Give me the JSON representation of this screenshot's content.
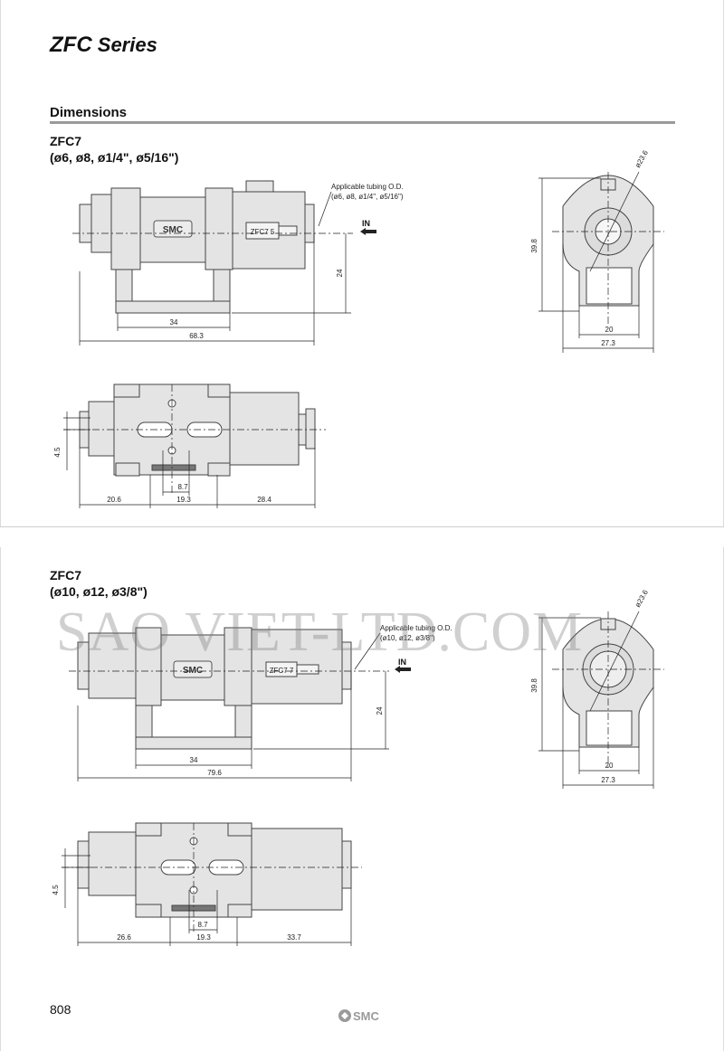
{
  "header": {
    "series_prefix": "ZFC",
    "series_suffix": " Series"
  },
  "section_title": "Dimensions",
  "variants": [
    {
      "model": "ZFC7",
      "sizes": "(ø6, ø8, ø1/4\", ø5/16\")",
      "tubing_label": "Applicable tubing O.D.",
      "tubing_sizes": "(ø6, ø8, ø1/4\", ø5/16\")",
      "in_label": "IN",
      "body_marking": "ZFC7 5",
      "logo_text": "SMC",
      "dim_width": "34",
      "dim_total": "68.3",
      "dim_height": "24",
      "end_height": "39.8",
      "end_diameter": "ø23.6",
      "end_width_inner": "20",
      "end_width_outer": "27.3",
      "bottom_offset": "4.5",
      "bottom_slot": "8.7",
      "bottom_left": "20.6",
      "bottom_mid": "19.3",
      "bottom_right": "28.4"
    },
    {
      "model": "ZFC7",
      "sizes": "(ø10, ø12, ø3/8\")",
      "tubing_label": "Applicable tubing O.D.",
      "tubing_sizes": "(ø10, ø12, ø3/8\")",
      "in_label": "IN",
      "body_marking": "ZFC7 7",
      "logo_text": "SMC",
      "dim_width": "34",
      "dim_total": "79.6",
      "dim_height": "24",
      "end_height": "39.8",
      "end_diameter": "ø23.6",
      "end_width_inner": "20",
      "end_width_outer": "27.3",
      "bottom_offset": "4.5",
      "bottom_slot": "8.7",
      "bottom_left": "26.6",
      "bottom_mid": "19.3",
      "bottom_right": "33.7"
    }
  ],
  "watermark": "SAO VIET-LTD.COM",
  "footer": {
    "page_number": "808",
    "logo_text": "SMC"
  }
}
